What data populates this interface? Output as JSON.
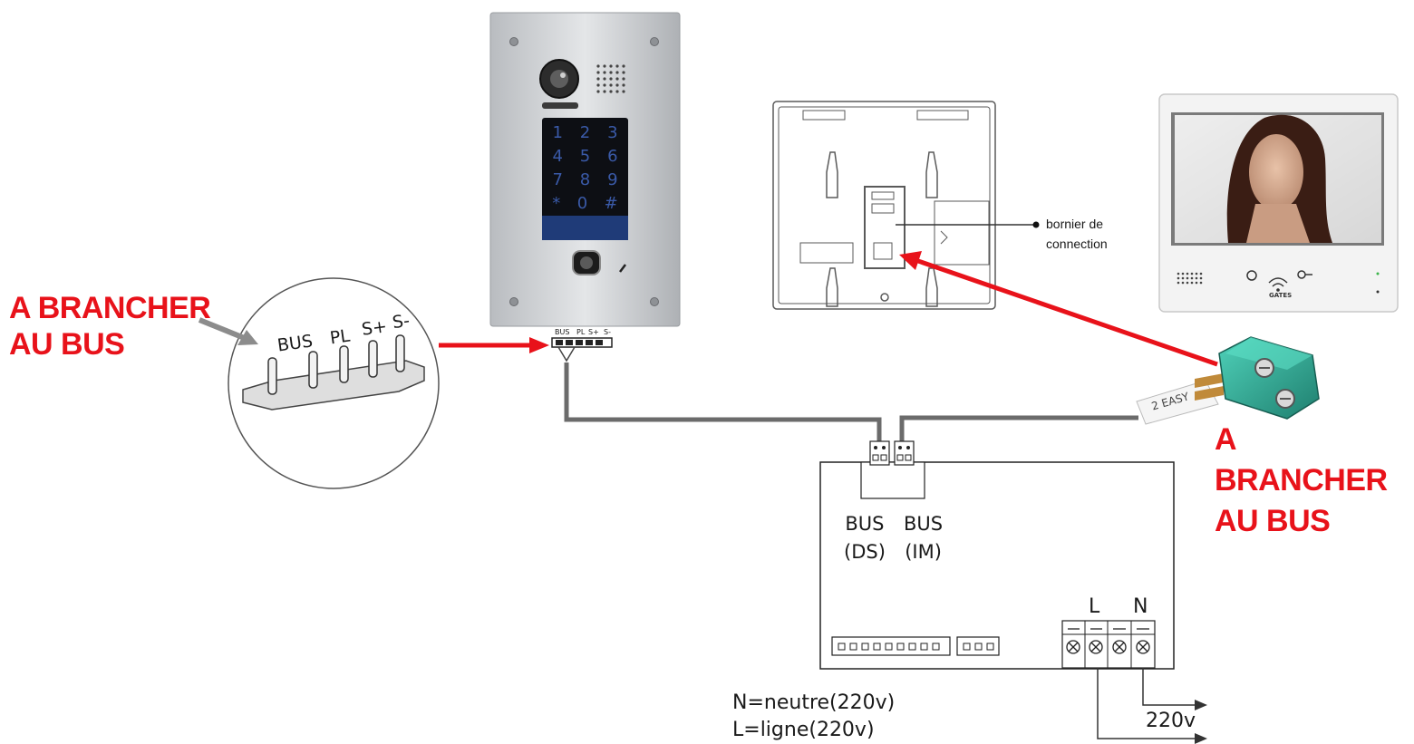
{
  "labels": {
    "left_callout_line1": "A BRANCHER",
    "left_callout_line2": "AU BUS",
    "right_callout_line1": "A BRANCHER",
    "right_callout_line2": "AU BUS",
    "bornier_line1": "bornier de",
    "bornier_line2": "connection",
    "bus_ds_line1": "BUS",
    "bus_ds_line2": "(DS)",
    "bus_im_line1": "BUS",
    "bus_im_line2": "(IM)",
    "power_l": "L",
    "power_n": "N",
    "legend_n": "N=neutre(220v)",
    "legend_l": "L=ligne(220v)",
    "voltage": "220v",
    "connector_tag": "2 EASY",
    "monitor_brand": "GATES"
  },
  "zoom_terminals": [
    "BUS",
    "PL",
    "S+",
    "S-"
  ],
  "panel_terminals": [
    "BUS",
    "PL",
    "S+",
    "S-"
  ],
  "keypad": {
    "rows": [
      [
        "1",
        "2",
        "3"
      ],
      [
        "4",
        "5",
        "6"
      ],
      [
        "7",
        "8",
        "9"
      ],
      [
        "*",
        "0",
        "#"
      ]
    ]
  },
  "colors": {
    "callout_red": "#e8121a",
    "arrow_red": "#e8121a",
    "wire_grey": "#6b6b6b",
    "connector_teal": "#2aa38f",
    "keypad_digits": "#3a5aa8"
  }
}
